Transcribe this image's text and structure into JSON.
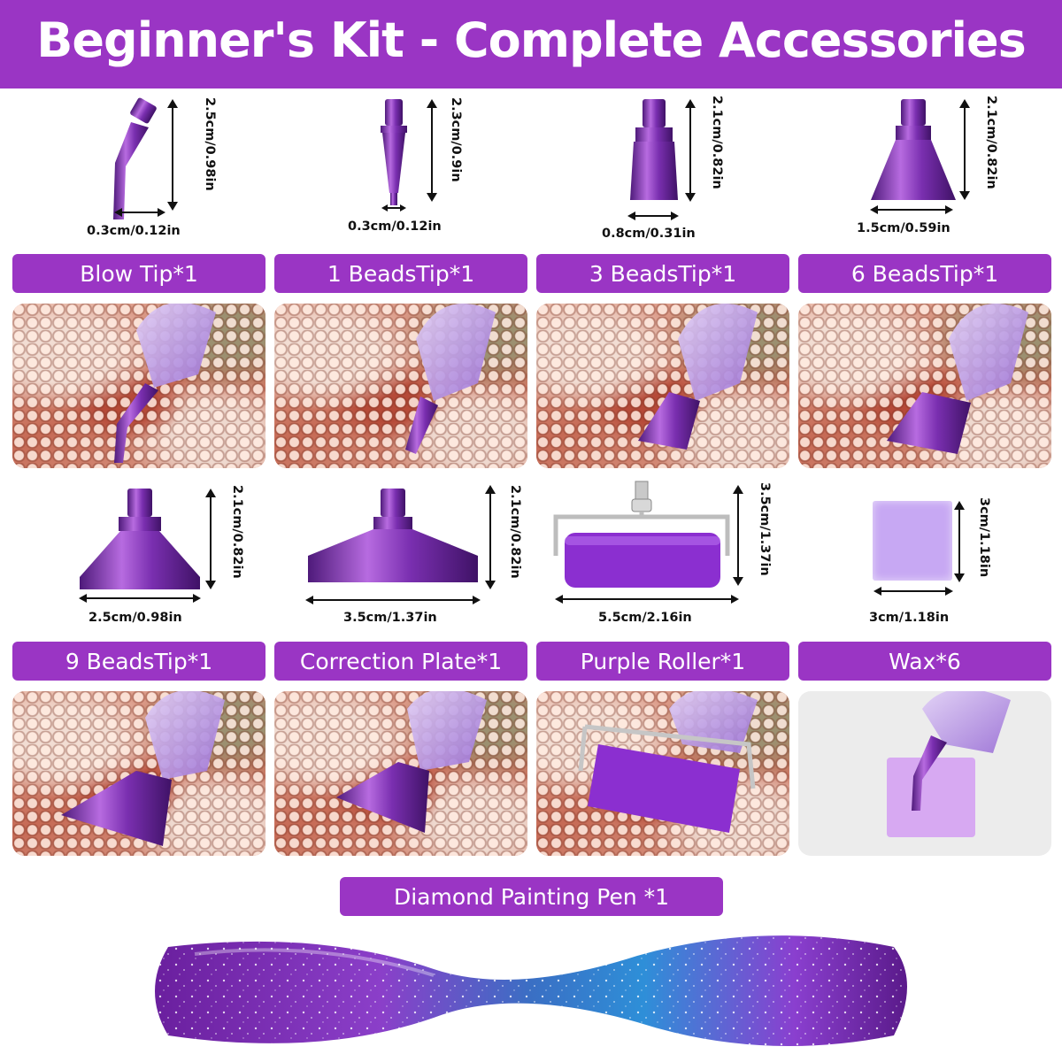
{
  "banner": {
    "title": "Beginner's Kit - Complete Accessories"
  },
  "colors": {
    "accent": "#9a35c4",
    "label_text": "#ffffff",
    "background": "#ffffff"
  },
  "items": [
    {
      "label": "Blow Tip*1",
      "width": "0.3cm/0.12in",
      "height": "2.5cm/0.98in",
      "icon": "bent-tip-icon"
    },
    {
      "label": "1 BeadsTip*1",
      "width": "0.3cm/0.12in",
      "height": "2.3cm/0.9in",
      "icon": "single-tip-icon"
    },
    {
      "label": "3 BeadsTip*1",
      "width": "0.8cm/0.31in",
      "height": "2.1cm/0.82in",
      "icon": "three-bead-tip-icon"
    },
    {
      "label": "6 BeadsTip*1",
      "width": "1.5cm/0.59in",
      "height": "2.1cm/0.82in",
      "icon": "six-bead-tip-icon"
    },
    {
      "label": "9 BeadsTip*1",
      "width": "2.5cm/0.98in",
      "height": "2.1cm/0.82in",
      "icon": "nine-bead-tip-icon"
    },
    {
      "label": "Correction Plate*1",
      "width": "3.5cm/1.37in",
      "height": "2.1cm/0.82in",
      "icon": "correction-plate-icon"
    },
    {
      "label": "Purple Roller*1",
      "width": "5.5cm/2.16in",
      "height": "3.5cm/1.37in",
      "icon": "roller-icon"
    },
    {
      "label": "Wax*6",
      "width": "3cm/1.18in",
      "height": "3cm/1.18in",
      "icon": "wax-square-icon"
    }
  ],
  "pen": {
    "label": "Diamond Painting Pen *1",
    "icon": "diamond-painting-pen-icon"
  }
}
